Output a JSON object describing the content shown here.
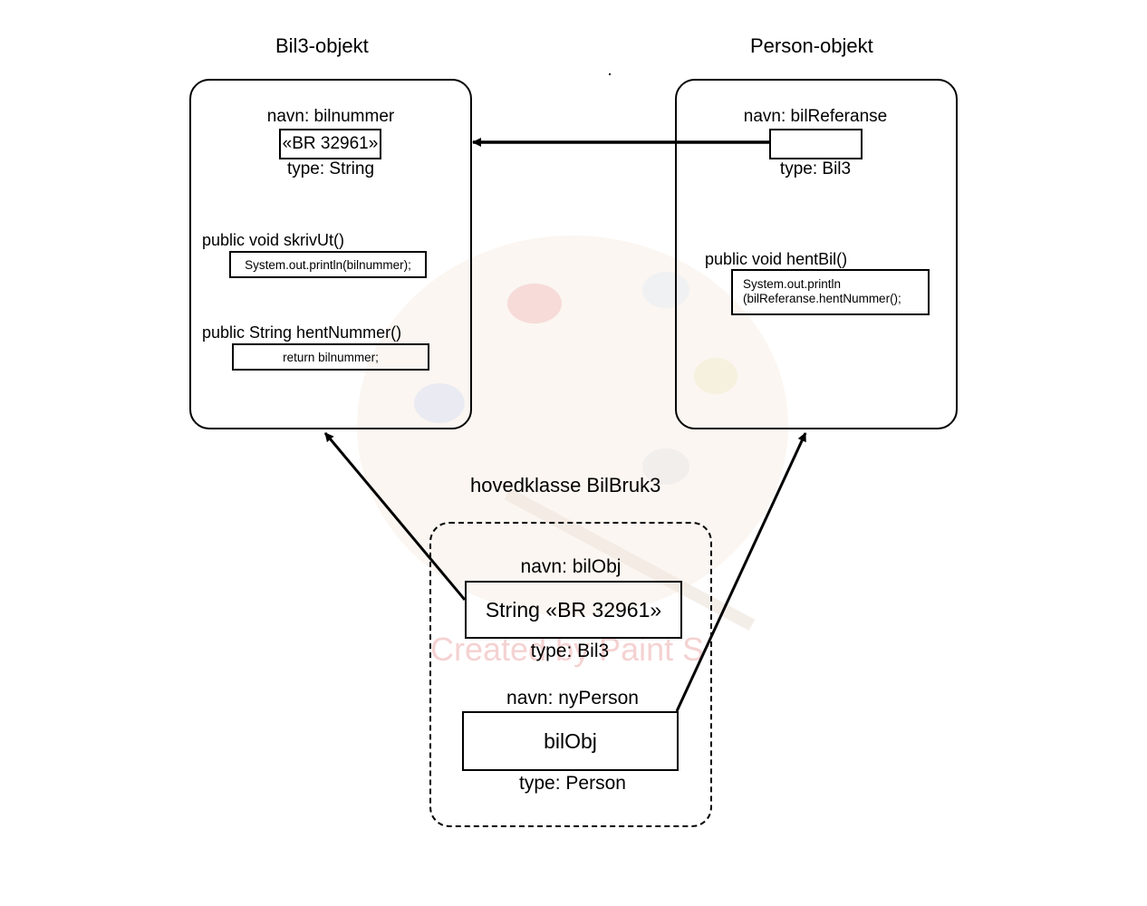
{
  "bil3": {
    "title": "Bil3-objekt",
    "field_name": "navn: bilnummer",
    "field_value": "«BR 32961»",
    "field_type": "type: String",
    "method1_sig": "public void skrivUt()",
    "method1_body": "System.out.println(bilnummer);",
    "method2_sig": "public String hentNummer()",
    "method2_body": "return bilnummer;"
  },
  "person": {
    "title": "Person-objekt",
    "field_name": "navn: bilReferanse",
    "field_value": "",
    "field_type": "type: Bil3",
    "method_sig": "public void hentBil()",
    "method_body_line1": "System.out.println",
    "method_body_line2": "(bilReferanse.hentNummer();"
  },
  "main": {
    "title": "hovedklasse BilBruk3",
    "var1_name": "navn: bilObj",
    "var1_value": "String «BR 32961»",
    "var1_type": "type: Bil3",
    "var2_name": "navn: nyPerson",
    "var2_value": "bilObj",
    "var2_type": "type: Person"
  },
  "watermark": {
    "text": "Created by Paint S"
  },
  "colors": {
    "stroke": "#000000",
    "watermark": "#f3c7c7"
  }
}
